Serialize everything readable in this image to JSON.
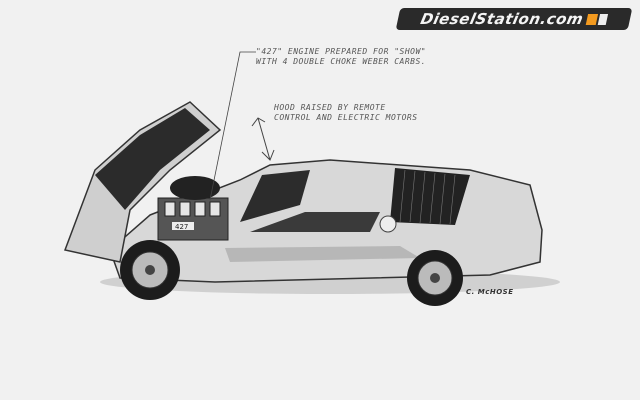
{
  "watermark": {
    "text": "DieselStation.com",
    "accent": "#f39a1f"
  },
  "annotations": {
    "engine_line1": "\"427\" ENGINE PREPARED FOR \"SHOW\"",
    "engine_line2": "WITH 4 DOUBLE CHOKE WEBER CARBS.",
    "hood_line1": "HOOD RAISED BY REMOTE",
    "hood_line2": "CONTROL AND ELECTRIC MOTORS"
  },
  "engine_badge": "427",
  "signature": "C. McHOSE"
}
